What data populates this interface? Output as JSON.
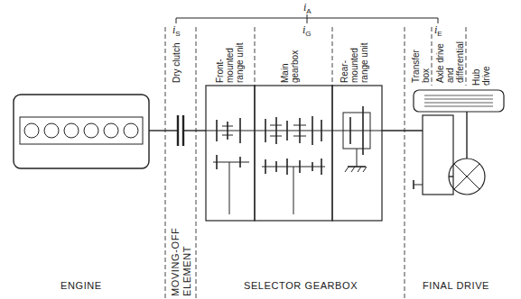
{
  "diagram": {
    "labels": [
      "iA",
      "iS",
      "iG",
      "iE",
      "Dry clutch",
      "Front-mounted range unit",
      "Main gearbox",
      "Rear-mounted range unit",
      "Transfer box",
      "Axle drive and differential",
      "Hub drive",
      "ENGINE",
      "MOVING-OFF ELEMENT",
      "SELECTOR GEARBOX",
      "FINAL DRIVE"
    ]
  }
}
